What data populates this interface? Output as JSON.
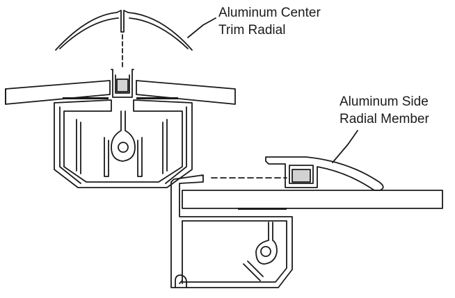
{
  "labels": {
    "center_trim": {
      "line1": "Aluminum Center",
      "line2": "Trim Radial"
    },
    "side_member": {
      "line1": "Aluminum Side",
      "line2": "Radial Member"
    }
  },
  "colors": {
    "stroke": "#1a1a1a",
    "gasket_fill": "#d2d2d2",
    "background": "#ffffff"
  }
}
